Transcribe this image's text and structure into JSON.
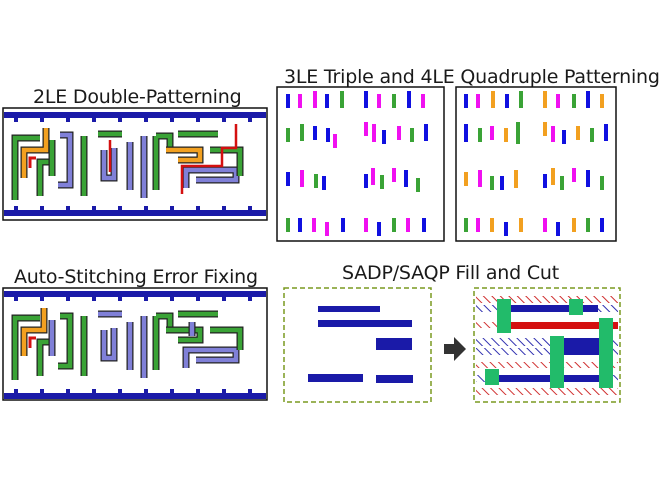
{
  "titles": {
    "double_patterning": "2LE Double-Patterning",
    "triple_quadruple": "3LE Triple and 4LE Quadruple Patterning",
    "auto_stitching": "Auto-Stitching Error Fixing",
    "sadp_saqp": "SADP/SAQP Fill and Cut"
  },
  "colors": {
    "navy": "#1a1aa8",
    "blue": "#1010e0",
    "periwinkle": "#8080d8",
    "green": "#3aa336",
    "orange": "#f2a020",
    "red": "#d41010",
    "magenta": "#f010f0",
    "cut_green": "#22bb6a",
    "dash_border": "#7a9a20",
    "arrow": "#333333"
  }
}
